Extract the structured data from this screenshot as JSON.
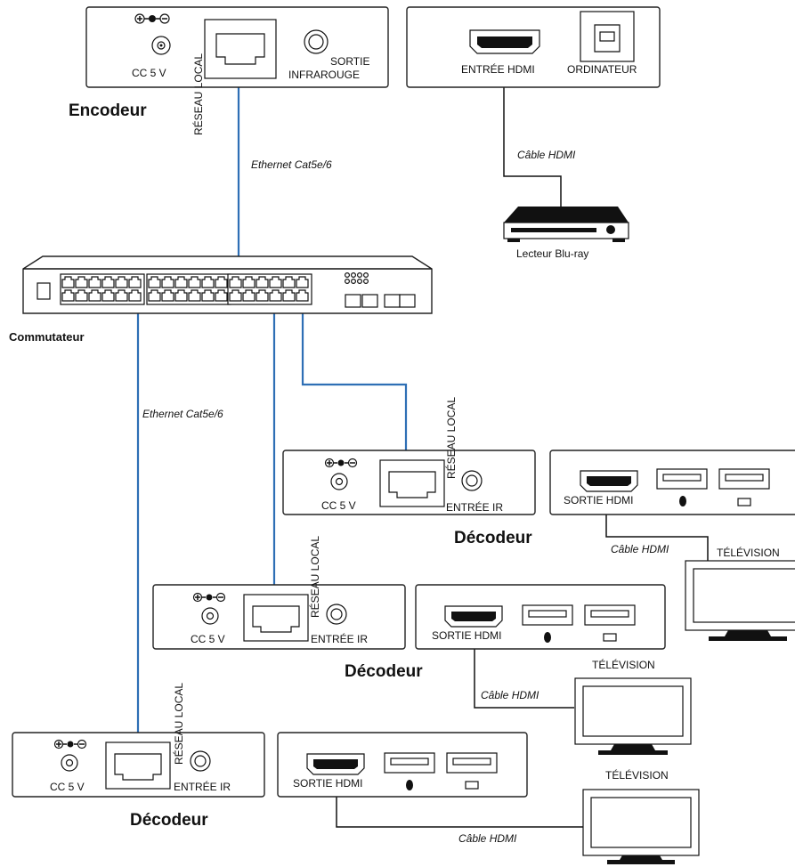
{
  "encoder": {
    "title": "Encodeur",
    "power_label": "CC 5 V",
    "lan_label": "RÉSEAU LOCAL",
    "ir_out_label_line1": "SORTIE",
    "ir_out_label_line2": "INFRAROUGE",
    "hdmi_in_label": "ENTRÉE HDMI",
    "computer_label": "ORDINATEUR"
  },
  "source": {
    "label": "Lecteur Blu-ray",
    "cable_label": "Câble HDMI"
  },
  "switch": {
    "label": "Commutateur"
  },
  "cables": {
    "ethernet_top": "Ethernet Cat5e/6",
    "ethernet_left": "Ethernet Cat5e/6"
  },
  "decoders": [
    {
      "title": "Décodeur",
      "power_label": "CC 5 V",
      "lan_label": "RÉSEAU LOCAL",
      "ir_in_label": "ENTRÉE IR",
      "hdmi_out_label": "SORTIE HDMI",
      "cable_label": "Câble HDMI",
      "tv_label": "TÉLÉVISION"
    },
    {
      "title": "Décodeur",
      "power_label": "CC 5 V",
      "lan_label": "RÉSEAU LOCAL",
      "ir_in_label": "ENTRÉE IR",
      "hdmi_out_label": "SORTIE HDMI",
      "cable_label": "Câble HDMI",
      "tv_label": "TÉLÉVISION"
    },
    {
      "title": "Décodeur",
      "power_label": "CC 5 V",
      "lan_label": "RÉSEAU LOCAL",
      "ir_in_label": "ENTRÉE IR",
      "hdmi_out_label": "SORTIE HDMI",
      "cable_label": "Câble HDMI",
      "tv_label": "TÉLÉVISION"
    }
  ],
  "colors": {
    "ethernet_cable": "#2e6fb5",
    "hdmi_cable": "#111111"
  }
}
